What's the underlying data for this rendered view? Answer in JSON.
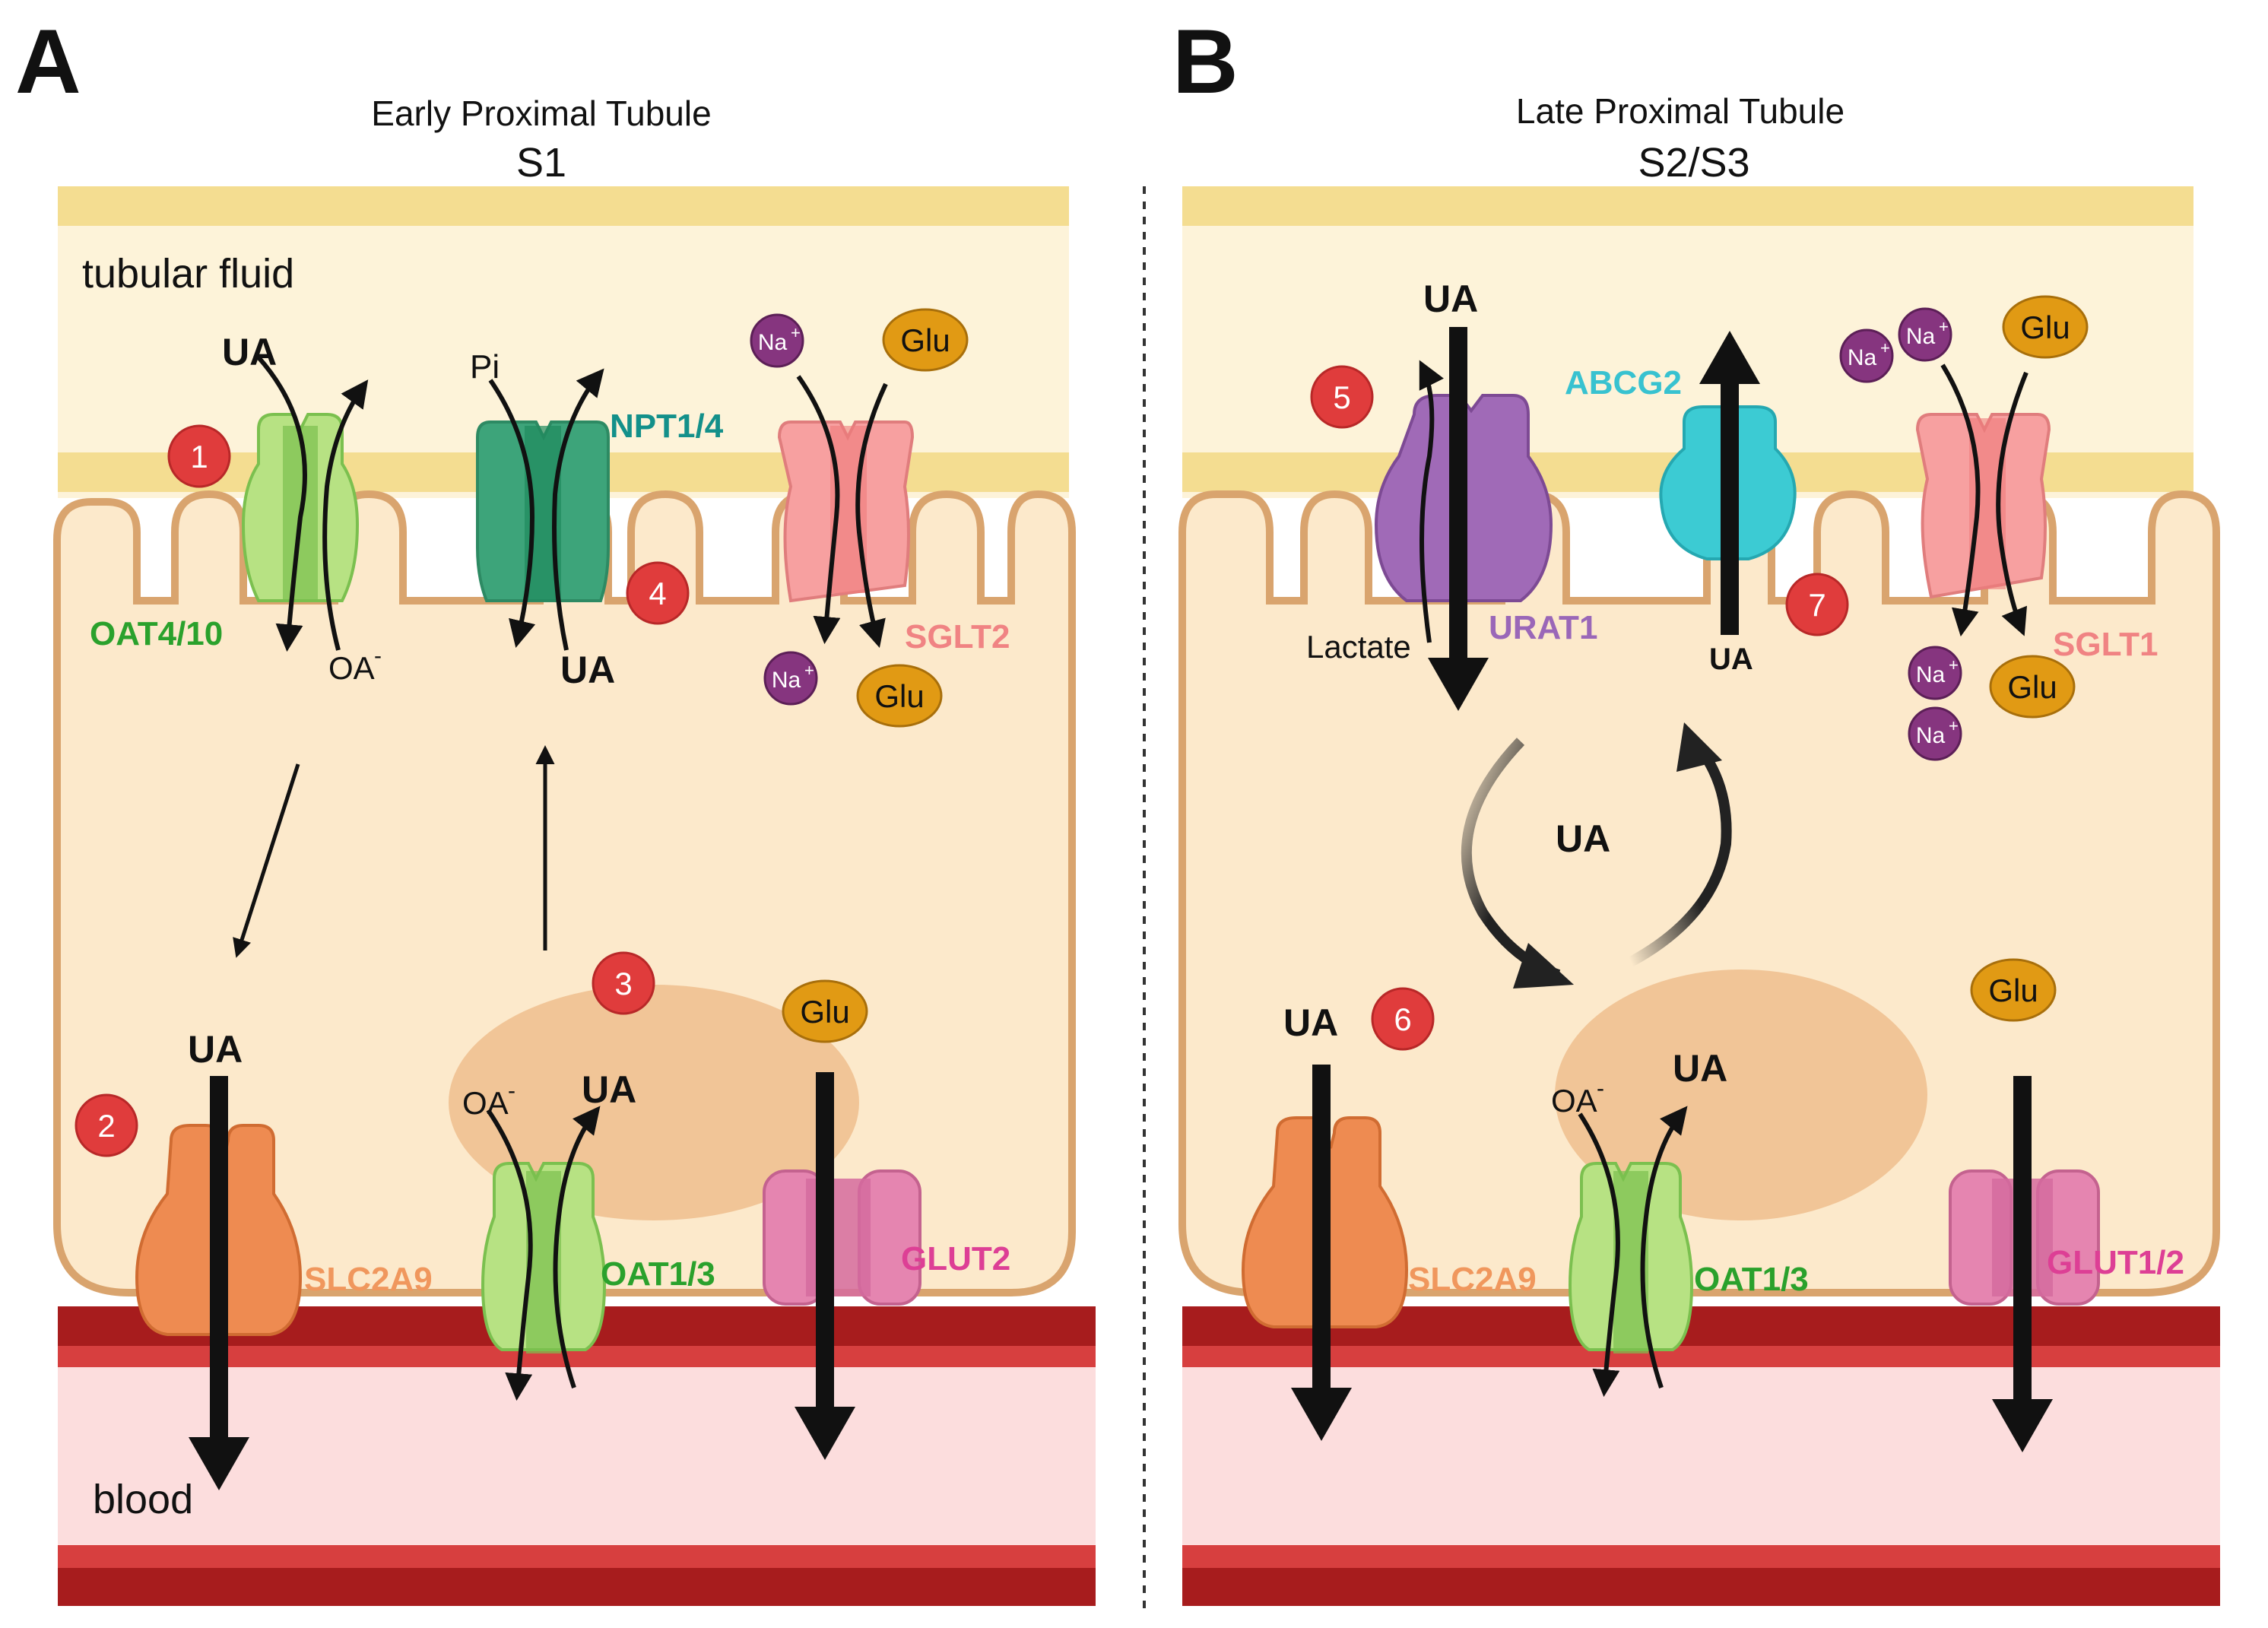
{
  "panels": [
    {
      "letter": "A",
      "title_line1": "Early Proximal Tubule",
      "title_line2": "S1",
      "top_label": "tubular fluid",
      "bottom_label": "blood"
    },
    {
      "letter": "B",
      "title_line1": "Late Proximal Tubule",
      "title_line2": "S2/S3"
    }
  ],
  "transporters": {
    "oat4_10": "OAT4/10",
    "npt1_4": "NPT1/4",
    "sglt2": "SGLT2",
    "slc2a9_a": "SLC2A9",
    "oat1_3_a": "OAT1/3",
    "glut2": "GLUT2",
    "abcg2": "ABCG2",
    "urat1": "URAT1",
    "sglt1": "SGLT1",
    "slc2a9_b": "SLC2A9",
    "oat1_3_b": "OAT1/3",
    "glut1_2": "GLUT1/2"
  },
  "solutes": {
    "ua": "UA",
    "oa": "OA",
    "oa_sup": "-",
    "pi": "Pi",
    "na": "Na",
    "na_sup": "+",
    "glu": "Glu",
    "lactate": "Lactate"
  },
  "steps": [
    "1",
    "2",
    "3",
    "4",
    "5",
    "6",
    "7"
  ],
  "colors": {
    "cell": "#fce9cb",
    "cell_border": "#d9a46e",
    "nucleus": "#f1c597",
    "membrane_band": "#f4dd91",
    "lumen": "#fdf3d9",
    "blood": "#fcdddd",
    "vessel": "#a71c1d",
    "vessel_stripe": "#d73f3f",
    "step_badge": "#e03c3c",
    "oat_green": "#b7e283",
    "oat_green_dark": "#7bc04f",
    "oat_label": "#2aa12c",
    "npt": "#3da47a",
    "npt_label": "#13908a",
    "sglt": "#f7a0a0",
    "sglt_label": "#f08383",
    "slc2a9": "#ee8b51",
    "slc2a9_label": "#f0975d",
    "glut": "#e585b0",
    "glut_label": "#dd3f95",
    "urat1": "#a06ab7",
    "urat1_label": "#9a67b8",
    "abcg2": "#3ccbd3",
    "abcg2_label": "#38c2d0",
    "na_ion": "#86357f",
    "glu_ion": "#e19a14"
  }
}
